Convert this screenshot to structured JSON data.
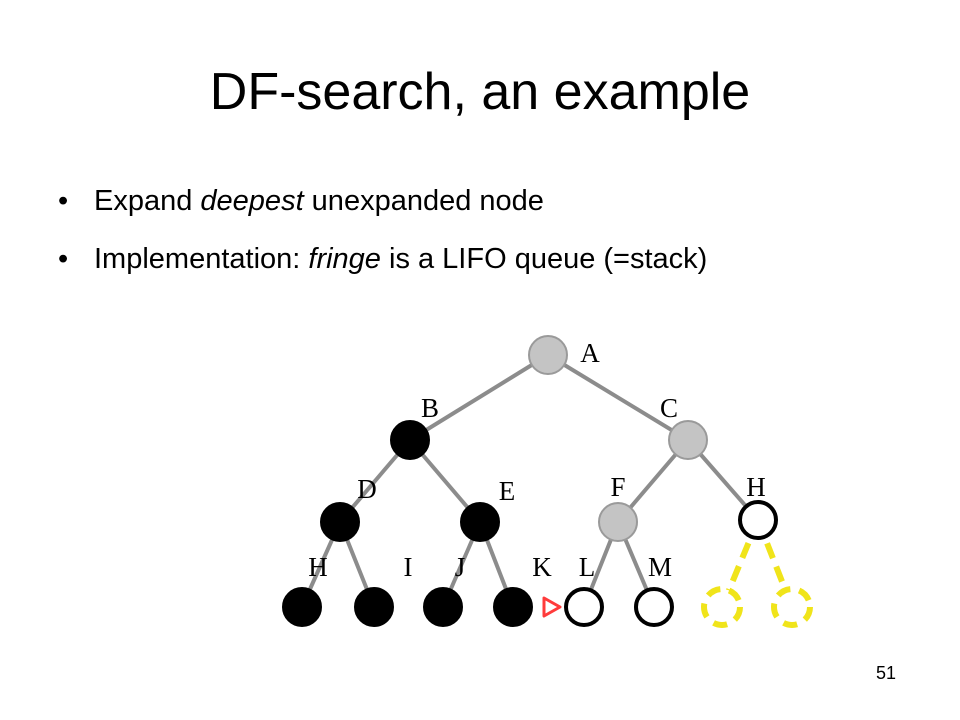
{
  "slide": {
    "title": "DF-search, an example",
    "bullets": [
      {
        "pre": "Expand ",
        "em": "deepest",
        "post": " unexpanded node"
      },
      {
        "pre": "Implementation: ",
        "em": "fringe",
        "post": " is a LIFO queue (=stack)"
      }
    ],
    "page_number": "51"
  },
  "tree": {
    "colors": {
      "expanded": "#000000",
      "fringe_gray": "#c4c4c4",
      "unexplored": "#ffffff",
      "edge": "#8c8c8c",
      "dashed": "#f0e41a",
      "marker": "#ff3b3b"
    },
    "nodes": [
      {
        "id": "A",
        "label": "A",
        "state": "gray"
      },
      {
        "id": "B",
        "label": "B",
        "state": "black"
      },
      {
        "id": "C",
        "label": "C",
        "state": "gray"
      },
      {
        "id": "D",
        "label": "D",
        "state": "black"
      },
      {
        "id": "E",
        "label": "E",
        "state": "black"
      },
      {
        "id": "F",
        "label": "F",
        "state": "gray"
      },
      {
        "id": "G",
        "label": "H",
        "state": "white"
      },
      {
        "id": "H",
        "label": "H",
        "state": "black"
      },
      {
        "id": "I",
        "label": "I",
        "state": "black"
      },
      {
        "id": "J",
        "label": "J",
        "state": "black"
      },
      {
        "id": "K",
        "label": "K",
        "state": "black"
      },
      {
        "id": "L",
        "label": "L",
        "state": "white"
      },
      {
        "id": "M",
        "label": "M",
        "state": "white"
      },
      {
        "id": "N",
        "label": "",
        "state": "dashed"
      },
      {
        "id": "O",
        "label": "",
        "state": "dashed"
      }
    ],
    "edges": [
      [
        "A",
        "B"
      ],
      [
        "A",
        "C"
      ],
      [
        "B",
        "D"
      ],
      [
        "B",
        "E"
      ],
      [
        "C",
        "F"
      ],
      [
        "C",
        "G"
      ],
      [
        "D",
        "H"
      ],
      [
        "D",
        "I"
      ],
      [
        "E",
        "J"
      ],
      [
        "E",
        "K"
      ],
      [
        "F",
        "L"
      ],
      [
        "F",
        "M"
      ],
      [
        "G",
        "N",
        "dashed"
      ],
      [
        "G",
        "O",
        "dashed"
      ]
    ],
    "marker_icon": "red-triangle-pointer-icon"
  }
}
